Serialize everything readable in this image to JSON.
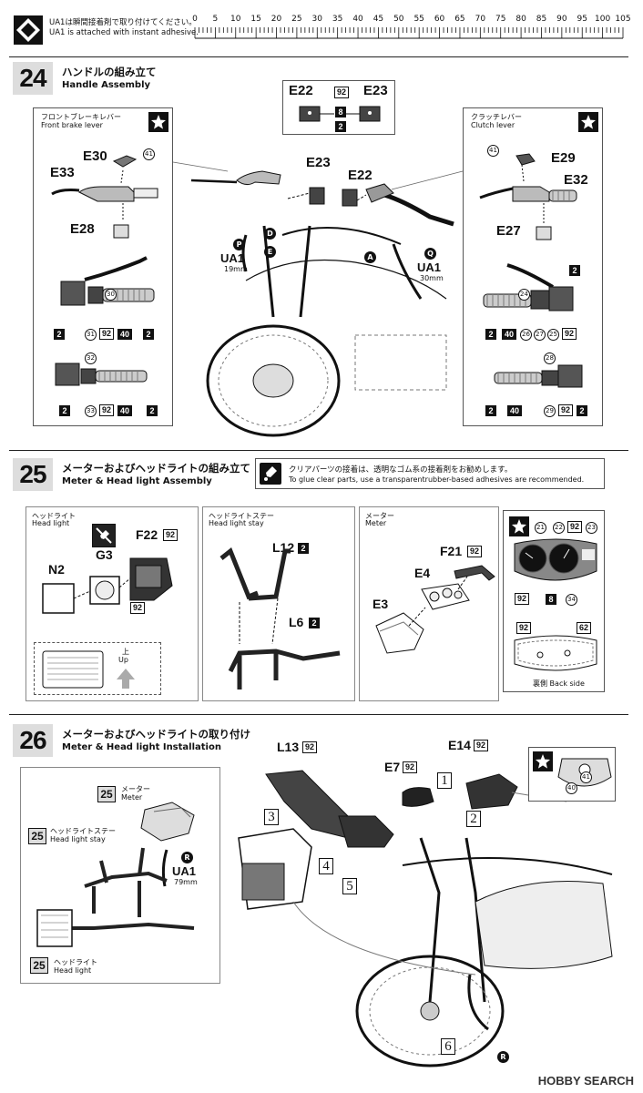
{
  "legend": {
    "jp": "UA1は瞬間接着剤で取り付けてください。",
    "en": "UA1 is attached with instant adhesive."
  },
  "ruler": {
    "labels": [
      "0",
      "5",
      "10",
      "15",
      "20",
      "25",
      "30",
      "35",
      "40",
      "45",
      "50",
      "55",
      "60",
      "65",
      "70",
      "75",
      "80",
      "85",
      "90",
      "95",
      "100",
      "105"
    ]
  },
  "step24": {
    "number": "24",
    "title_jp": "ハンドルの組み立て",
    "title_en": "Handle Assembly",
    "left_panel": {
      "jp": "フロントブレーキレバー",
      "en": "Front brake lever",
      "parts": {
        "e30": "E30",
        "e33": "E33",
        "e28": "E28",
        "c41": "41",
        "c30": "30",
        "c31": "31",
        "c32": "32",
        "c33": "33"
      },
      "num_2": "2",
      "num_92": "92",
      "num_40": "40"
    },
    "right_panel": {
      "jp": "クラッチレバー",
      "en": "Clutch lever",
      "parts": {
        "e29": "E29",
        "e32": "E32",
        "e27": "E27",
        "c41": "41",
        "c24": "24",
        "c26": "26",
        "c27": "27",
        "c25": "25",
        "c28": "28",
        "c29": "29"
      },
      "num_2": "2",
      "num_92": "92",
      "num_40": "40"
    },
    "top_panel": {
      "e22": "E22",
      "e23": "E23",
      "n92": "92",
      "n8": "8",
      "n2": "2"
    },
    "center": {
      "e23": "E23",
      "e22": "E22",
      "p_letter": "P",
      "p_name": "UA1",
      "p_len": "19mm",
      "q_letter": "Q",
      "q_name": "UA1",
      "q_len": "30mm",
      "d": "D",
      "e": "E",
      "a": "A"
    }
  },
  "step25": {
    "number": "25",
    "title_jp": "メーターおよびヘッドライトの組み立て",
    "title_en": "Meter & Head light Assembly",
    "notice_jp": "クリアパーツの接着は、透明なゴム系の接着剤をお勧めします。",
    "notice_en": "To glue clear parts, use a transparentrubber-based adhesives are recommended.",
    "headlight": {
      "jp": "ヘッドライト",
      "en": "Head light",
      "f22": "F22",
      "g3": "G3",
      "n2": "N2",
      "n92": "92",
      "up_jp": "上",
      "up_en": "Up"
    },
    "stay": {
      "jp": "ヘッドライトステー",
      "en": "Head light stay",
      "l12": "L12",
      "l6": "L6",
      "n2": "2"
    },
    "meter": {
      "jp": "メーター",
      "en": "Meter",
      "f21": "F21",
      "e4": "E4",
      "e3": "E3",
      "n92": "92"
    },
    "detail": {
      "c21": "21",
      "c22": "22",
      "n92": "92",
      "c23": "23",
      "n8": "8",
      "c34": "34",
      "n62": "62",
      "back_jp": "裏側",
      "back_en": "Back side"
    }
  },
  "step26": {
    "number": "26",
    "title_jp": "メーターおよびヘッドライトの取り付け",
    "title_en": "Meter & Head light Installation",
    "left": {
      "meter_num": "25",
      "meter_jp": "メーター",
      "meter_en": "Meter",
      "stay_num": "25",
      "stay_jp": "ヘッドライトステー",
      "stay_en": "Head light stay",
      "light_num": "25",
      "light_jp": "ヘッドライト",
      "light_en": "Head light",
      "r_letter": "R",
      "r_name": "UA1",
      "r_len": "79mm"
    },
    "main": {
      "l13": "L13",
      "e7": "E7",
      "e14": "E14",
      "n92": "92",
      "s1": "1",
      "s2": "2",
      "s3": "3",
      "s4": "4",
      "s5": "5",
      "s6": "6",
      "r": "R"
    },
    "detail": {
      "c40": "40",
      "c41": "41"
    }
  },
  "watermark": "HOBBY SEARCH"
}
